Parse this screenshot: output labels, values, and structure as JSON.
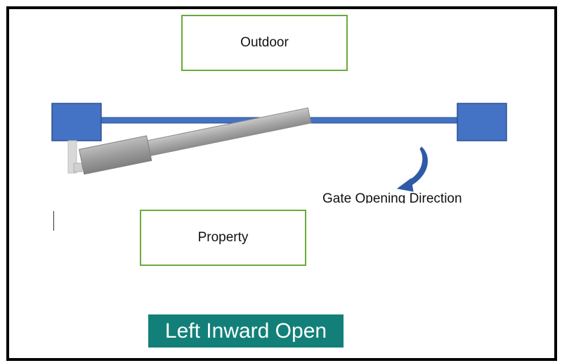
{
  "labels": {
    "outdoor": "Outdoor",
    "property": "Property",
    "direction": "Gate Opening Direction",
    "caption": "Left Inward Open"
  },
  "colors": {
    "border": "#000000",
    "label_box_border": "#6aaa3c",
    "post_fill": "#4472c4",
    "post_stroke": "#2f528f",
    "gate_bar": "#4472c4",
    "arrow": "#2e5aa8",
    "opener_body": "#a6a6a6",
    "caption_bg": "#128078",
    "caption_text": "#ffffff"
  },
  "icons": {
    "arrow": "curved-arrow-icon"
  }
}
